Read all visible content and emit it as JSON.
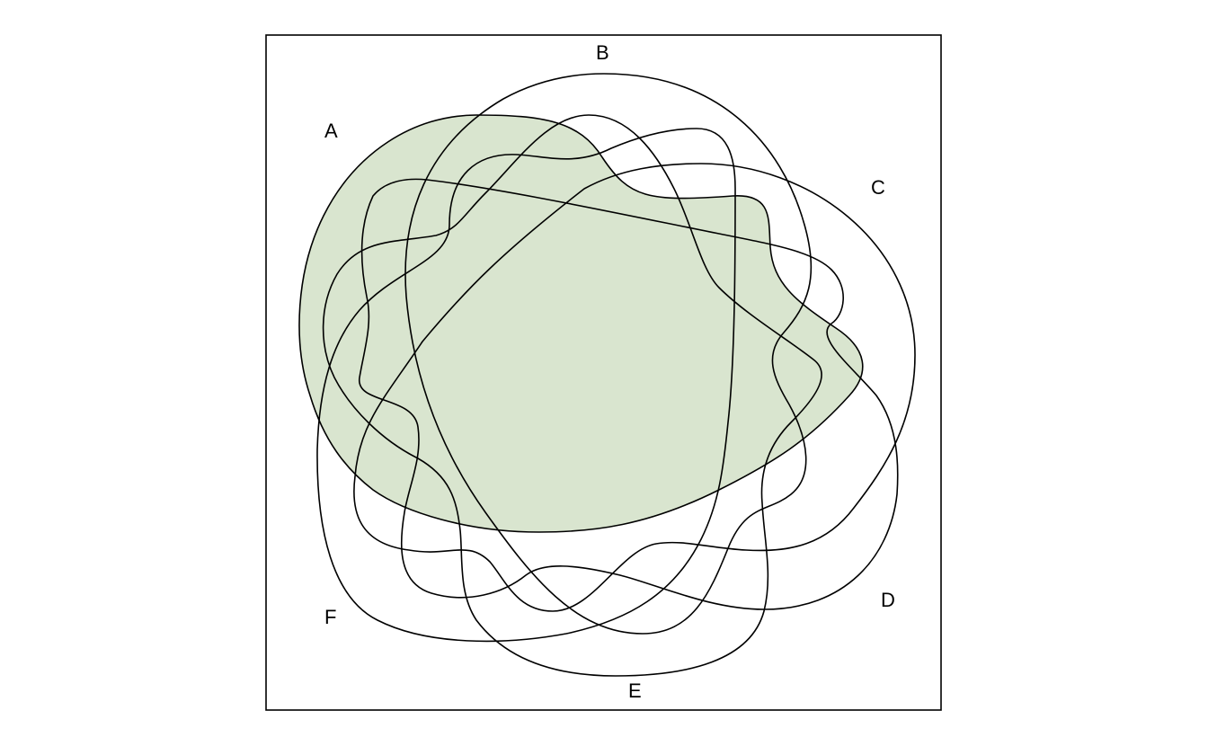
{
  "diagram": {
    "type": "venn",
    "set_count": 6,
    "highlight_color": "#d9e5cf",
    "outline_color": "#000000",
    "highlighted_set": "A",
    "sets": [
      {
        "id": "A",
        "label": "A"
      },
      {
        "id": "B",
        "label": "B"
      },
      {
        "id": "C",
        "label": "C"
      },
      {
        "id": "D",
        "label": "D"
      },
      {
        "id": "E",
        "label": "E"
      },
      {
        "id": "F",
        "label": "F"
      }
    ]
  }
}
